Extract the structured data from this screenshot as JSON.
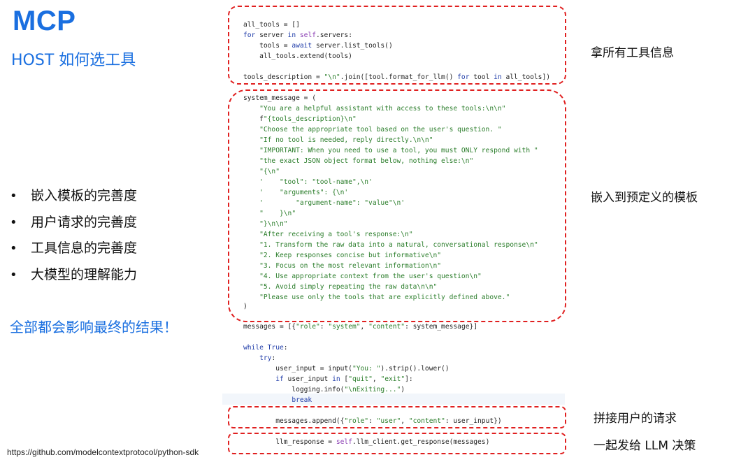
{
  "slide": {
    "title": "MCP",
    "subtitle": "HOST 如何选工具",
    "bullets": [
      "嵌入模板的完善度",
      "用户请求的完善度",
      "工具信息的完善度",
      "大模型的理解能力"
    ],
    "bullet_marker": "•",
    "conclusion": "全部都会影响最终的结果！",
    "footer_link": "https://github.com/modelcontextprotocol/python-sdk"
  },
  "annotations": [
    "拿所有工具信息",
    "嵌入到预定义的模板",
    "拼接用户的请求",
    "一起发给 LLM 决策"
  ],
  "code": {
    "font": "monospace",
    "lines": [
      "all_tools = []",
      "for server in self.servers:",
      "    tools = await server.list_tools()",
      "    all_tools.extend(tools)",
      "",
      "tools_description = \"\\n\".join([tool.format_for_llm() for tool in all_tools])",
      "system_message = (",
      "    \"You are a helpful assistant with access to these tools:\\n\\n\"",
      "    f\"{tools_description}\\n\"",
      "    \"Choose the appropriate tool based on the user's question. \"",
      "    \"If no tool is needed, reply directly.\\n\\n\"",
      "    \"IMPORTANT: When you need to use a tool, you must ONLY respond with \"",
      "    \"the exact JSON object format below, nothing else:\\n\"",
      "    \"{\\n\"",
      "    '    \"tool\": \"tool-name\",\\n'",
      "    '    \"arguments\": {\\n'",
      "    '        \"argument-name\": \"value\"\\n'",
      "    \"    }\\n\"",
      "    \"}\\n\\n\"",
      "    \"After receiving a tool's response:\\n\"",
      "    \"1. Transform the raw data into a natural, conversational response\\n\"",
      "    \"2. Keep responses concise but informative\\n\"",
      "    \"3. Focus on the most relevant information\\n\"",
      "    \"4. Use appropriate context from the user's question\\n\"",
      "    \"5. Avoid simply repeating the raw data\\n\\n\"",
      "    \"Please use only the tools that are explicitly defined above.\"",
      ")",
      "messages = [{\"role\": \"system\", \"content\": system_message}]",
      "",
      "while True:",
      "    try:",
      "        user_input = input(\"You: \").strip().lower()",
      "        if user_input in [\"quit\", \"exit\"]:",
      "            logging.info(\"\\nExiting...\")",
      "            break",
      "",
      "        messages.append({\"role\": \"user\", \"content\": user_input})",
      "",
      "        llm_response = self.llm_client.get_response(messages)"
    ]
  },
  "colors": {
    "accent_blue": "#1a6fe0",
    "dashed_box_red": "#e02020",
    "keyword_blue": "#1e3ba8",
    "string_green": "#2a7d2a",
    "self_purple": "#8a3db3"
  }
}
